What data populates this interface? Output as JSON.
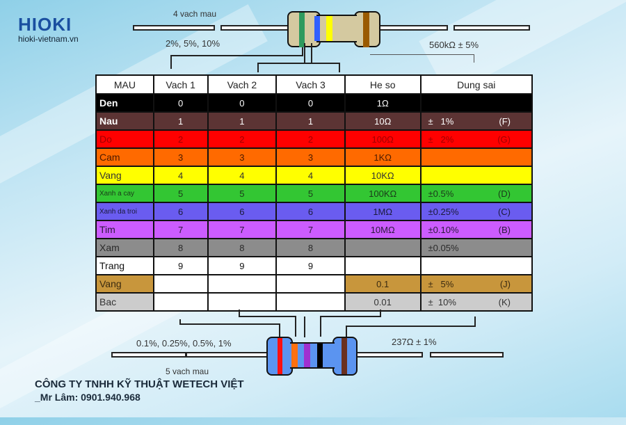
{
  "logo": {
    "brand": "HIOKI",
    "site": "hioki-vietnam.vn"
  },
  "top_resistor": {
    "title": "4 vach mau",
    "tolerance_options": "2%, 5%, 10%",
    "example": "560kΩ ± 5%",
    "bands": [
      "#2e9a5e",
      "#3060ff",
      "#ffff00",
      "#9a5a00"
    ],
    "body_color": "#d4c9a0"
  },
  "bottom_resistor": {
    "title": "5 vach mau",
    "tolerance_options": "0.1%, 0.25%, 0.5%, 1%",
    "example": "237Ω ± 1%",
    "bands": [
      "#ff1010",
      "#ff7010",
      "#a030d0",
      "#000000",
      "#6a3020"
    ],
    "body_color": "#5b94f0"
  },
  "table": {
    "headers": [
      "MAU",
      "Vach 1",
      "Vach 2",
      "Vach 3",
      "He so",
      "Dung sai"
    ],
    "rows": [
      {
        "name": "Den",
        "v1": "0",
        "v2": "0",
        "v3": "0",
        "mult": "1Ω",
        "tol": "",
        "code": "",
        "bg": "#000000",
        "fg": "#ffffff"
      },
      {
        "name": "Nau",
        "v1": "1",
        "v2": "1",
        "v3": "1",
        "mult": "10Ω",
        "tol": "±   1%",
        "code": "(F)",
        "bg": "#5c3434",
        "fg": "#ffffff"
      },
      {
        "name": "Do",
        "v1": "2",
        "v2": "2",
        "v3": "2",
        "mult": "100Ω",
        "tol": "±   2%",
        "code": "(G)",
        "bg": "#ff0000",
        "fg": "#a00000"
      },
      {
        "name": "Cam",
        "v1": "3",
        "v2": "3",
        "v3": "3",
        "mult": "1KΩ",
        "tol": "",
        "code": "",
        "bg": "#ff6a00",
        "fg": "#4a1a00"
      },
      {
        "name": "Vang",
        "v1": "4",
        "v2": "4",
        "v3": "4",
        "mult": "10KΩ",
        "tol": "",
        "code": "",
        "bg": "#ffff00",
        "fg": "#333333"
      },
      {
        "name": "Xanh a cay",
        "v1": "5",
        "v2": "5",
        "v3": "5",
        "mult": "100KΩ",
        "tol": "±0.5%",
        "code": "(D)",
        "bg": "#33c633",
        "fg": "#1a3a1a"
      },
      {
        "name": "Xanh da troi",
        "v1": "6",
        "v2": "6",
        "v3": "6",
        "mult": "1MΩ",
        "tol": "±0.25%",
        "code": "(C)",
        "bg": "#6a5cf0",
        "fg": "#1a1a3a"
      },
      {
        "name": "Tim",
        "v1": "7",
        "v2": "7",
        "v3": "7",
        "mult": "10MΩ",
        "tol": "±0.10%",
        "code": "(B)",
        "bg": "#cc5cff",
        "fg": "#2a1a3a"
      },
      {
        "name": "Xam",
        "v1": "8",
        "v2": "8",
        "v3": "8",
        "mult": "",
        "tol": "±0.05%",
        "code": "",
        "bg": "#8c8c8c",
        "fg": "#2a2a2a"
      },
      {
        "name": "Trang",
        "v1": "9",
        "v2": "9",
        "v3": "9",
        "mult": "",
        "tol": "",
        "code": "",
        "bg": "#ffffff",
        "fg": "#111111"
      },
      {
        "name": "Vang",
        "v1": "",
        "v2": "",
        "v3": "",
        "mult": "0.1",
        "tol": "±   5%",
        "code": "(J)",
        "bg": "#c8963c",
        "fg": "#3a2a10",
        "white_digits": true
      },
      {
        "name": "Bac",
        "v1": "",
        "v2": "",
        "v3": "",
        "mult": "0.01",
        "tol": "±  10%",
        "code": "(K)",
        "bg": "#cccccc",
        "fg": "#333333",
        "white_digits": true
      }
    ]
  },
  "footer": {
    "company": "CÔNG TY TNHH KỸ THUẬT WETECH VIỆT",
    "contact": "_Mr Lâm: 0901.940.968"
  }
}
